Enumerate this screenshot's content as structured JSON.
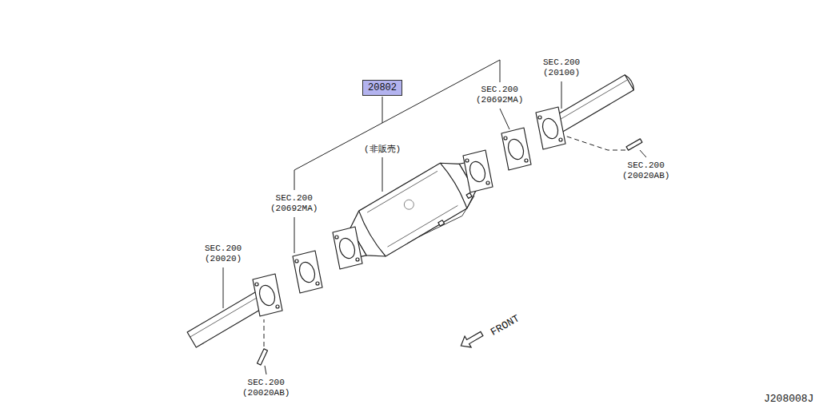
{
  "diagram": {
    "nodes": [
      {
        "text": [
          "20802"
        ]
      }
    ],
    "labels": [
      "(非販売)",
      "SEC.200 (20692MA)",
      "SEC.200 (20100)",
      "SEC.200 (20692MA)",
      "SEC.200 (20020AB)",
      "SEC.200 (20020)",
      "SEC.200 (20020AB)",
      "FRONT",
      "J208008J"
    ]
  }
}
